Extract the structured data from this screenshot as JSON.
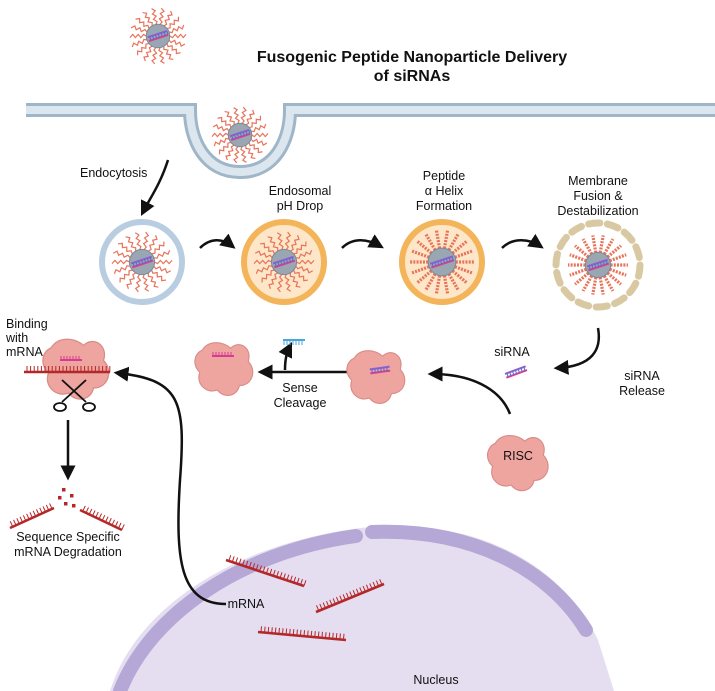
{
  "title": {
    "line1": "Fusogenic Peptide Nanoparticle Delivery",
    "line2": "of siRNAs"
  },
  "labels": {
    "endocytosis": "Endocytosis",
    "endosomal_1": "Endosomal",
    "endosomal_2": "pH Drop",
    "peptide_1": "Peptide",
    "peptide_2": "α Helix",
    "peptide_3": "Formation",
    "membrane_1": "Membrane",
    "membrane_2": "Fusion &",
    "membrane_3": "Destabilization",
    "binding_1": "Binding",
    "binding_2": "with",
    "binding_3": "mRNA",
    "sense_1": "Sense",
    "sense_2": "Cleavage",
    "sirna": "siRNA",
    "release_1": "siRNA",
    "release_2": "Release",
    "risc": "RISC",
    "degradation_1": "Sequence Specific",
    "degradation_2": "mRNA Degradation",
    "mrna": "mRNA",
    "nucleus": "Nucleus"
  },
  "colors": {
    "membrane_fill": "#dbe6ef",
    "membrane_stroke": "#9fb5c8",
    "endosome_blue": "#b9cde0",
    "endosome_orange": "#f3b45a",
    "endosome_orange_fill": "#fde7c8",
    "fused_membrane": "#d9c9a3",
    "peptide": "#e8735a",
    "core": "#9aa6b2",
    "risc": "#eea5a0",
    "mrna": "#b5282a",
    "sirna_sense": "#8f5fd0",
    "sirna_anti": "#d63d92",
    "nucleus_fill": "#e4def0",
    "nucleus_stroke": "#b6a8d6",
    "arrow": "#111111"
  },
  "icons": [
    "nanoparticle-icon",
    "endosome-icon",
    "risc-complex-icon",
    "sirna-duplex-icon",
    "mrna-strand-icon",
    "scissors-icon",
    "nucleus-icon"
  ]
}
